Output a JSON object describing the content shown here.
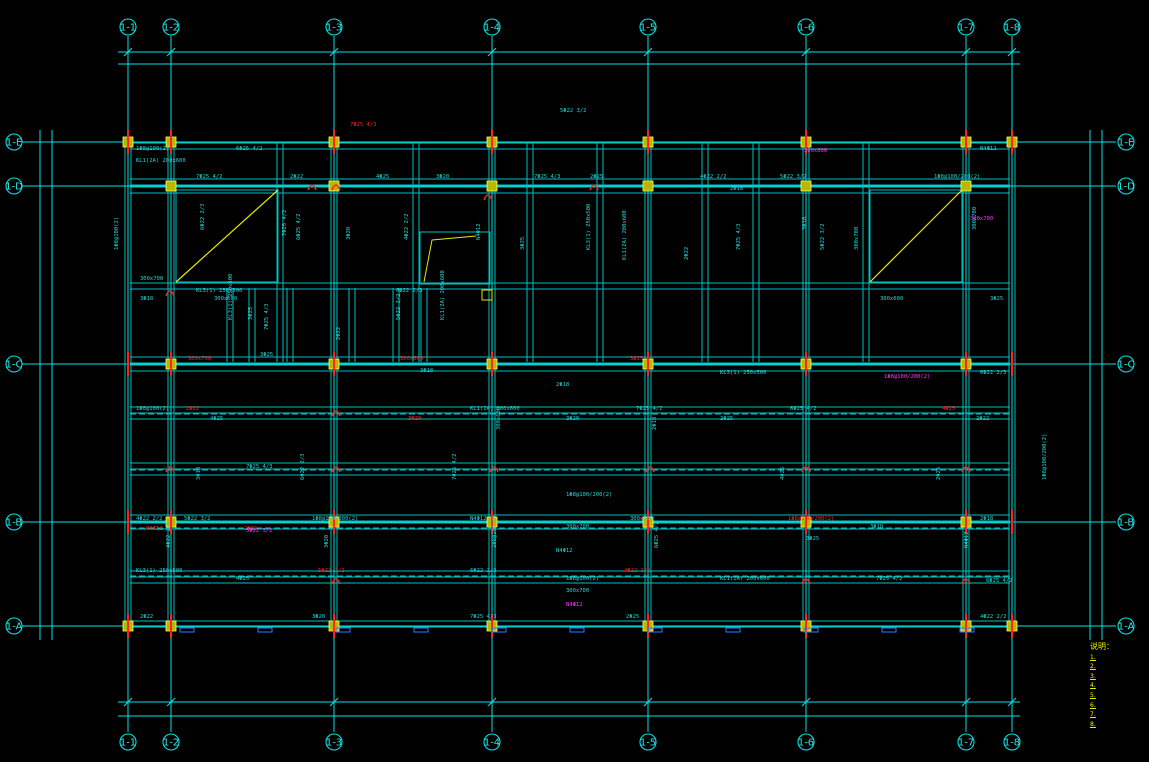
{
  "drawing": {
    "grid_top": [
      "1-1",
      "1-2",
      "1-3",
      "1-4",
      "1-5",
      "1-6",
      "1-7",
      "1-8"
    ],
    "grid_left": [
      "1-E",
      "1-D",
      "1-C",
      "1-B",
      "1-A"
    ],
    "colors": {
      "background": "#000000",
      "grid_line": "#00e5e5",
      "beam": "#00bfbf",
      "column_fill": "#b8b800",
      "label": "#22d8d8",
      "rebar_red": "#ff2020",
      "magenta": "#ff33ff",
      "yellow": "#e8e800"
    },
    "beam_labels": [
      "1Φ8@100(2)",
      "KL1(2A) 200x600",
      "7Φ25 4/2",
      "6Φ25 4/2",
      "2Φ22",
      "4Φ25",
      "3Φ20",
      "7Φ25 4/3",
      "2Φ25",
      "4Φ22 2/2",
      "5Φ22 3/2",
      "1Φ8@100/200(2)",
      "N4Φ12",
      "300x700",
      "300x600",
      "3Φ25",
      "3Φ18",
      "2Φ18",
      "KL3(1) 250x500",
      "6Φ22 2/3"
    ],
    "notes": {
      "title": "说明：",
      "lines": [
        "1.",
        "2.",
        "",
        "3.",
        "4.",
        "",
        "5.",
        "6.",
        "7.",
        "8.",
        ""
      ]
    }
  }
}
